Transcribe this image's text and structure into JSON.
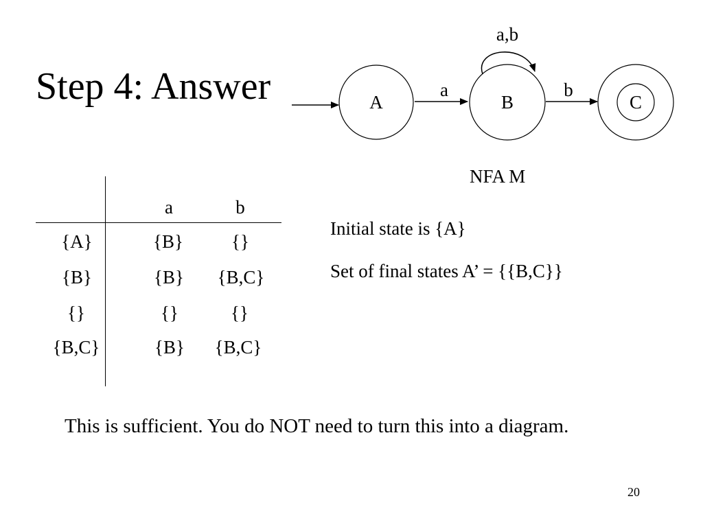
{
  "slide": {
    "title": "Step 4: Answer",
    "page_number": "20",
    "footer_note": "This is sufficient.  You do NOT need to turn this into a diagram."
  },
  "nfa": {
    "caption": "NFA M",
    "states": [
      {
        "id": "A",
        "label": "A",
        "initial": true,
        "final": false
      },
      {
        "id": "B",
        "label": "B",
        "initial": false,
        "final": false
      },
      {
        "id": "C",
        "label": "C",
        "initial": false,
        "final": true
      }
    ],
    "transitions": [
      {
        "from": "A",
        "to": "B",
        "label": "a"
      },
      {
        "from": "B",
        "to": "B",
        "label": "a,b"
      },
      {
        "from": "B",
        "to": "C",
        "label": "b"
      }
    ]
  },
  "table": {
    "columns": [
      "a",
      "b"
    ],
    "rows": [
      {
        "state": "{A}",
        "a": "{B}",
        "b": "{}"
      },
      {
        "state": "{B}",
        "a": "{B}",
        "b": "{B,C}"
      },
      {
        "state": "{}",
        "a": "{}",
        "b": "{}"
      },
      {
        "state": "{B,C}",
        "a": "{B}",
        "b": "{B,C}"
      }
    ]
  },
  "info": {
    "initial_state": "Initial state is {A}",
    "final_states": "Set of final states A’ = {{B,C}}"
  }
}
